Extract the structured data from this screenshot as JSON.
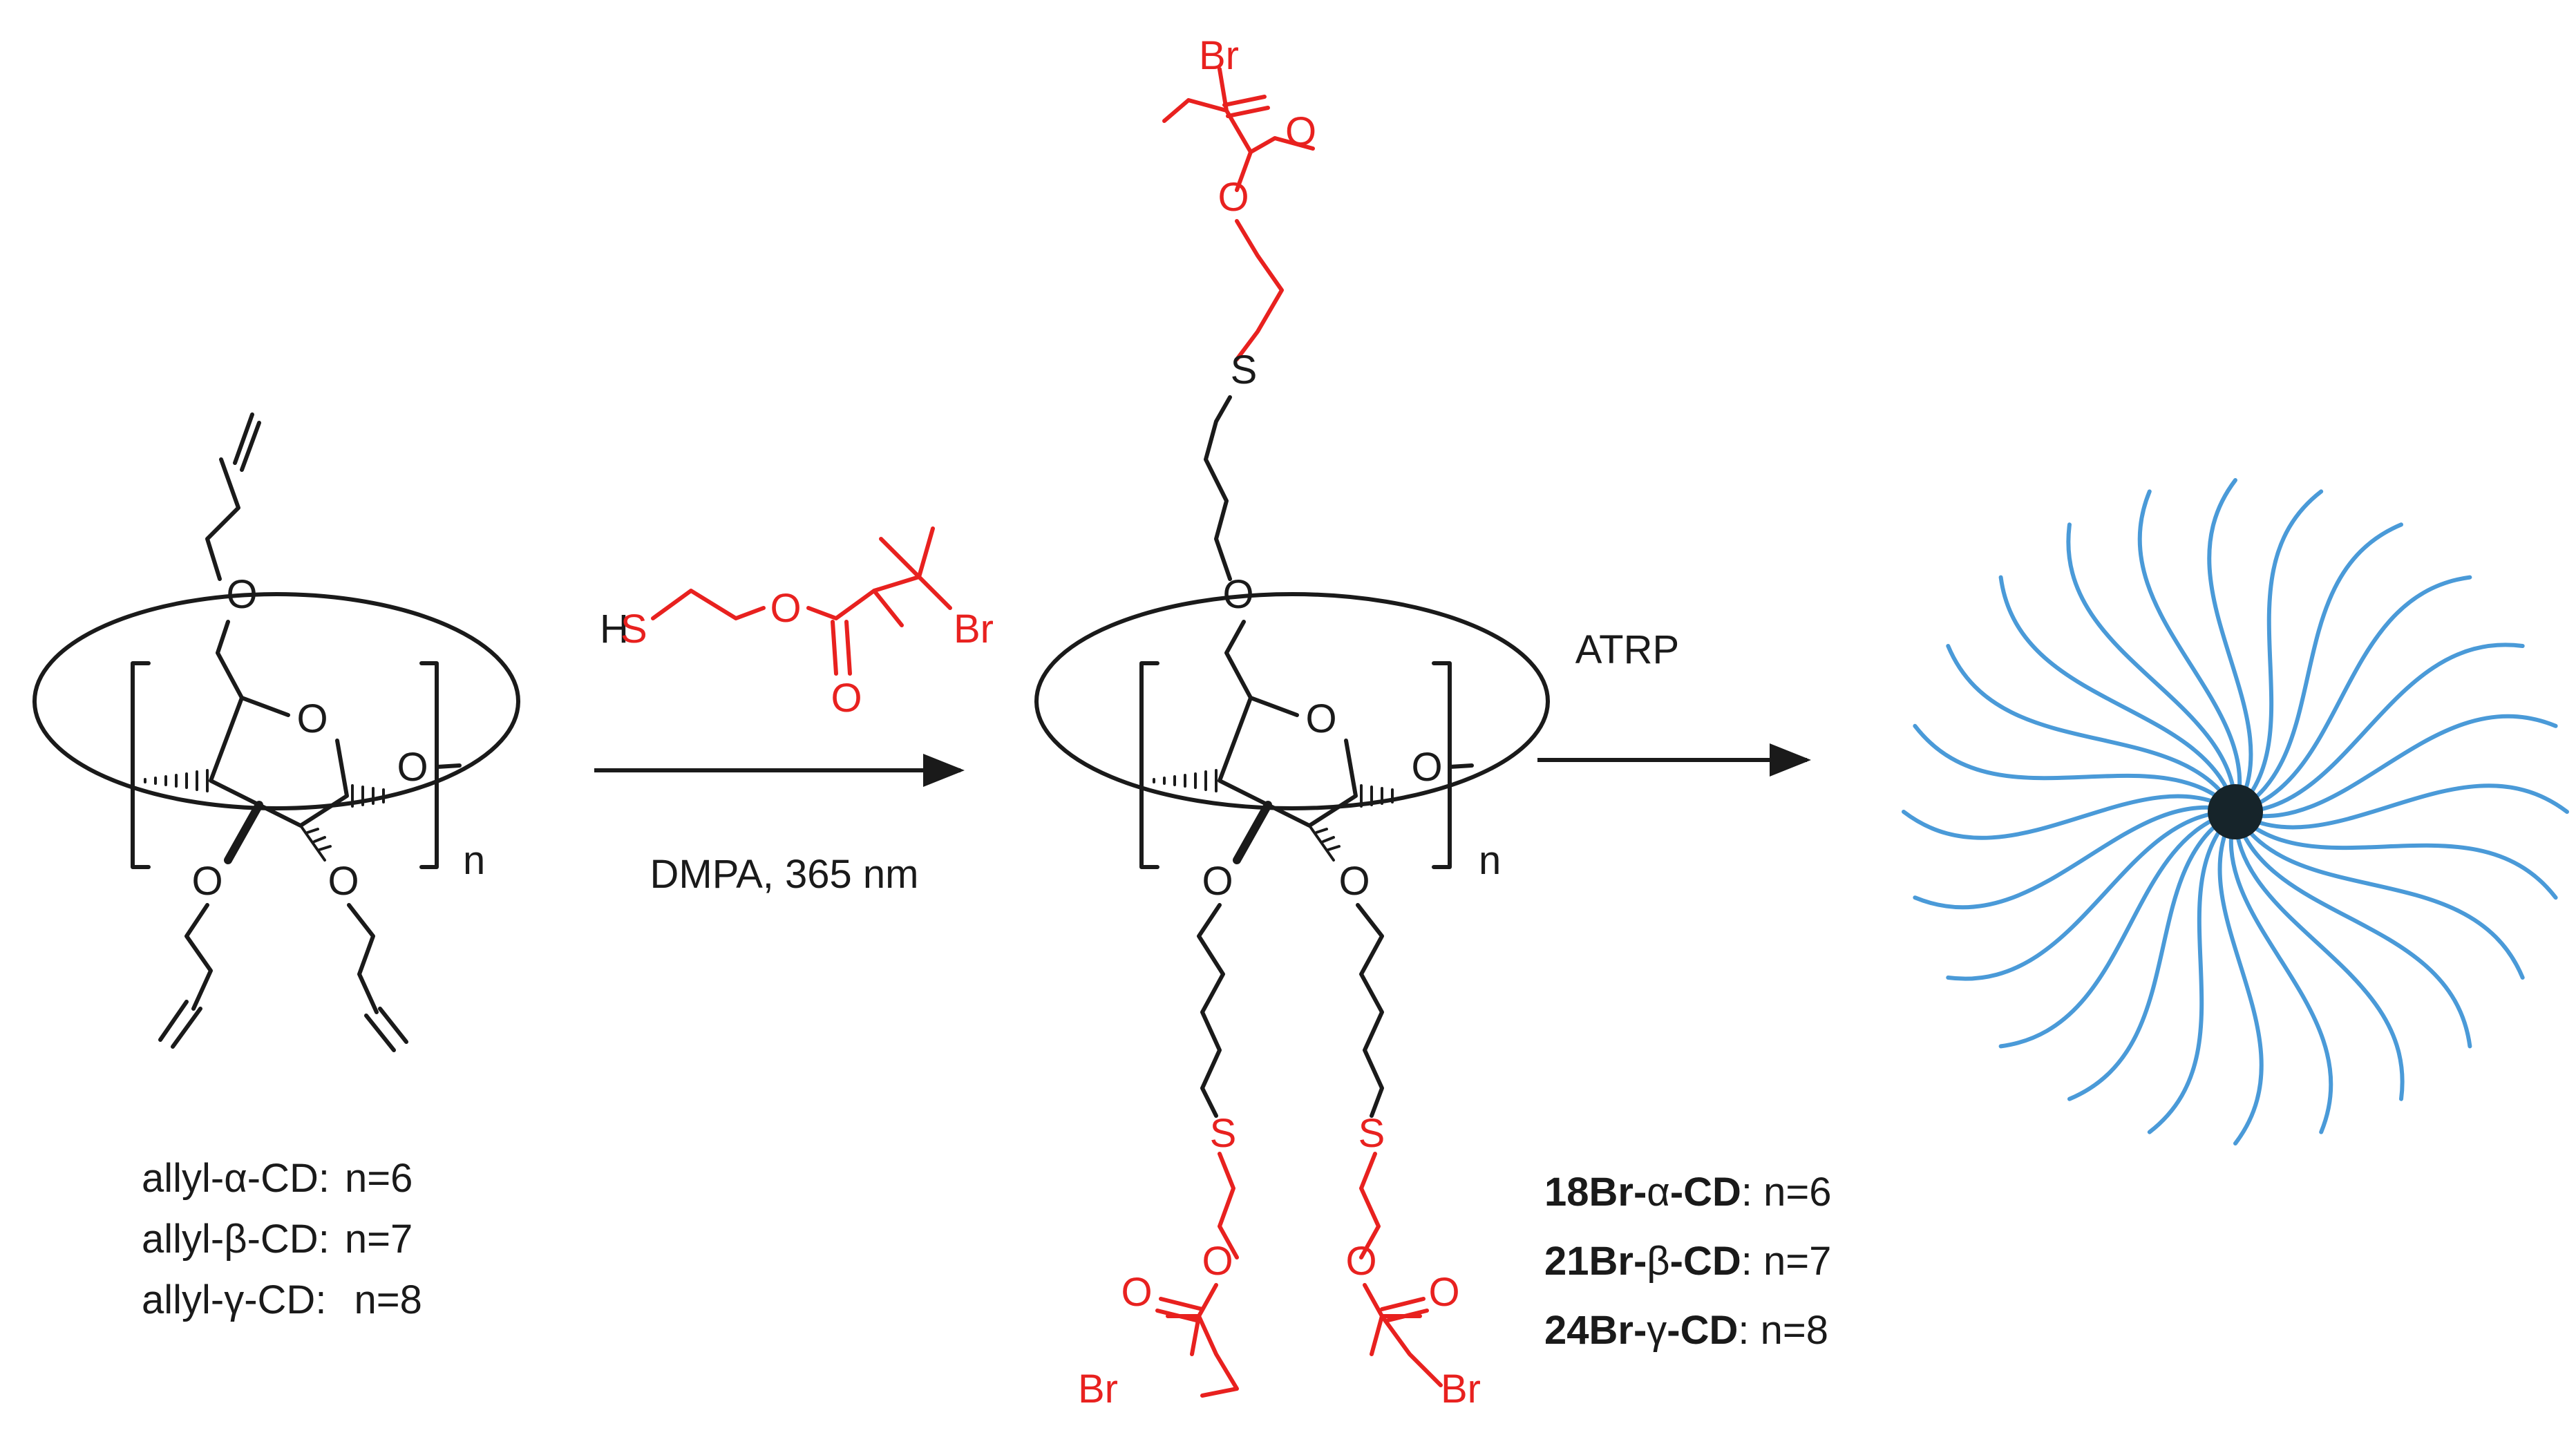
{
  "colors": {
    "black": "#1a1a1a",
    "red": "#e8211f",
    "blue": "#4a9ad8",
    "core": "#16242a"
  },
  "atoms": {
    "o": "O",
    "s": "S",
    "br": "Br",
    "h": "H",
    "n_subscript": "n",
    "reagent": {
      "h": "H",
      "s": "S",
      "o_ether": "O",
      "o_carbonyl": "O",
      "br": "Br"
    }
  },
  "conditions": {
    "step1_label": "DMPA, 365 nm",
    "step2_label": "ATRP"
  },
  "start_series": [
    {
      "name": "allyl-",
      "greek": "α",
      "suffix": "-CD:",
      "n": "n=6"
    },
    {
      "name": "allyl-",
      "greek": "β",
      "suffix": "-CD:",
      "n": "n=7"
    },
    {
      "name": "allyl-",
      "greek": "γ",
      "suffix": "-CD:",
      "n": "n=8"
    }
  ],
  "product_series": [
    {
      "count": "18Br-",
      "greek": "α",
      "suffix": "-CD",
      "n": ": n=6"
    },
    {
      "count": "21Br-",
      "greek": "β",
      "suffix": "-CD",
      "n": ": n=7"
    },
    {
      "count": "24Br-",
      "greek": "γ",
      "suffix": "-CD",
      "n": ": n=8"
    }
  ]
}
